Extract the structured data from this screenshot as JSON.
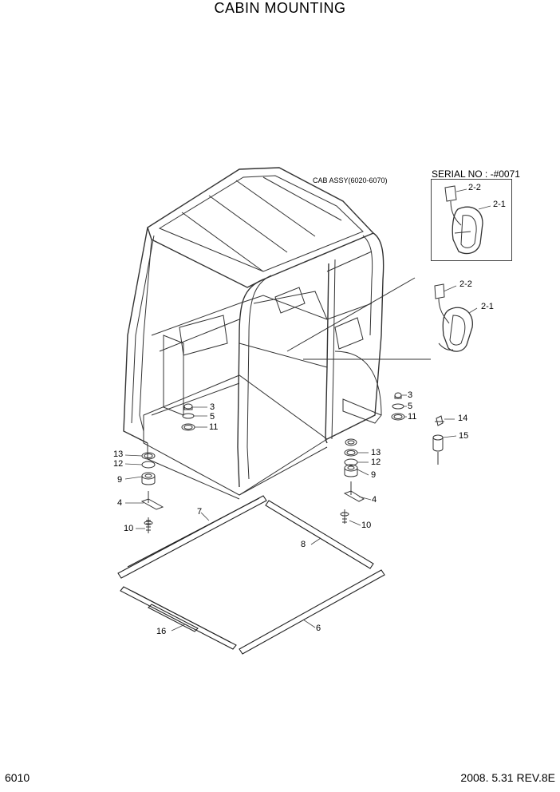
{
  "title": "CABIN MOUNTING",
  "page_number": "6010",
  "revision_line": "2008. 5.31  REV.8E",
  "cab_assembly_label": "CAB ASSY(6020-6070)",
  "serial_label": "SERIAL NO : -#0071",
  "callouts": [
    {
      "id": "c-2-2-inset",
      "text": "2-2"
    },
    {
      "id": "c-2-1-inset",
      "text": "2-1"
    },
    {
      "id": "c-2-2",
      "text": "2-2"
    },
    {
      "id": "c-2-1",
      "text": "2-1"
    },
    {
      "id": "c-3-left",
      "text": "3"
    },
    {
      "id": "c-5-left",
      "text": "5"
    },
    {
      "id": "c-11-left",
      "text": "11"
    },
    {
      "id": "c-3-right",
      "text": "3"
    },
    {
      "id": "c-5-right",
      "text": "5"
    },
    {
      "id": "c-11-right",
      "text": "11"
    },
    {
      "id": "c-14",
      "text": "14"
    },
    {
      "id": "c-15",
      "text": "15"
    },
    {
      "id": "c-13-left",
      "text": "13"
    },
    {
      "id": "c-12-left",
      "text": "12"
    },
    {
      "id": "c-9-left",
      "text": "9"
    },
    {
      "id": "c-4-left",
      "text": "4"
    },
    {
      "id": "c-10-left",
      "text": "10"
    },
    {
      "id": "c-13-right",
      "text": "13"
    },
    {
      "id": "c-12-right",
      "text": "12"
    },
    {
      "id": "c-9-right",
      "text": "9"
    },
    {
      "id": "c-4-right",
      "text": "4"
    },
    {
      "id": "c-10-right",
      "text": "10"
    },
    {
      "id": "c-7",
      "text": "7"
    },
    {
      "id": "c-8",
      "text": "8"
    },
    {
      "id": "c-16",
      "text": "16"
    },
    {
      "id": "c-6",
      "text": "6"
    }
  ]
}
